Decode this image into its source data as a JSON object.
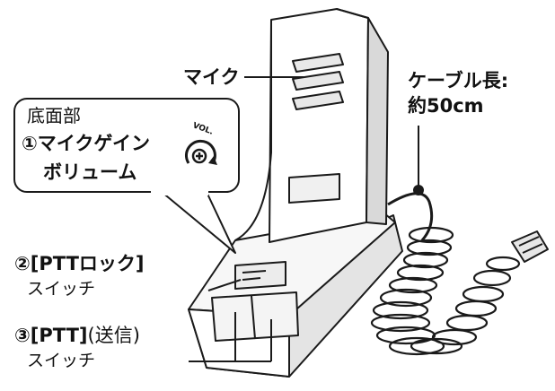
{
  "labels": {
    "mic": "マイク",
    "cable_line1": "ケーブル長:",
    "cable_line2": "約50cm",
    "bottom": "底面部",
    "gain_line1": "①マイクゲイン",
    "gain_line2": "ボリューム",
    "vol": "VOL.",
    "ptt_lock_title": "②[PTTロック]",
    "ptt_lock_sub": "スイッチ",
    "ptt_title_bracket": "③[PTT]",
    "ptt_title_paren": "(送信)",
    "ptt_sub": "スイッチ"
  },
  "colors": {
    "line": "#1a1a1a",
    "fill_light": "#f2f2f2",
    "fill_mid": "#e4e4e4",
    "fill_dark": "#cfcfcf"
  },
  "icons": {
    "gain_knob": "rotate-plus-icon"
  }
}
